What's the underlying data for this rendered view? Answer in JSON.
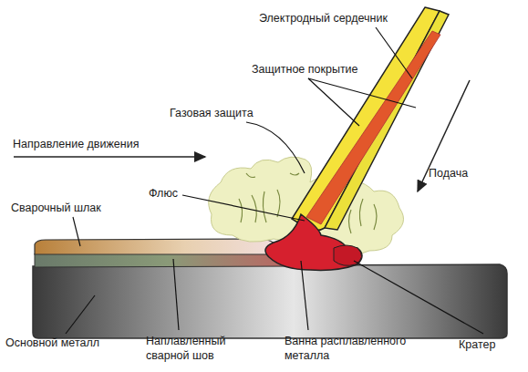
{
  "diagram": {
    "labels": [
      "Электродный сердечник",
      "Защитное покрытие",
      "Газовая защита",
      "Направление движения",
      "Подача",
      "Флюс",
      "Сварочный шлак",
      "Основной металл",
      "Наплавленный сварной шов",
      "Ванна расплавленного металла",
      "Кратер"
    ]
  }
}
